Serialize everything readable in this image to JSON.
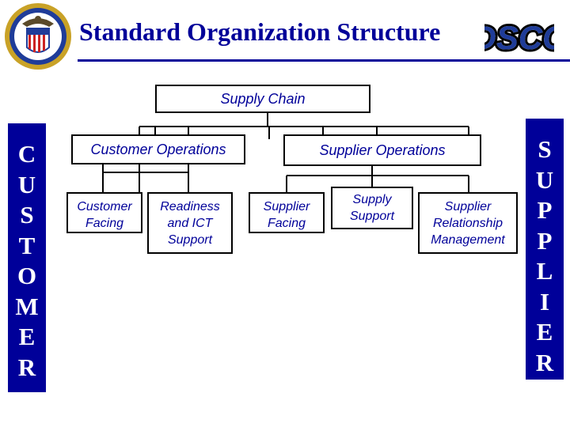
{
  "header": {
    "title": "Standard Organization Structure",
    "logo_text": "DSCC"
  },
  "sidebars": {
    "left_letters": [
      "C",
      "U",
      "S",
      "T",
      "O",
      "M",
      "E",
      "R"
    ],
    "right_letters": [
      "S",
      "U",
      "P",
      "P",
      "L",
      "I",
      "E",
      "R"
    ]
  },
  "org": {
    "root": "Supply Chain",
    "customer_ops": "Customer Operations",
    "supplier_ops": "Supplier Operations",
    "customer_facing": "Customer Facing",
    "readiness": "Readiness and ICT Support",
    "supplier_facing": "Supplier Facing",
    "supply_support": "Supply Support",
    "srm": "Supplier Relationship Management"
  },
  "colors": {
    "brand_blue": "#000099",
    "seal_gold": "#c9a227",
    "logo_blue": "#1f3c99"
  }
}
